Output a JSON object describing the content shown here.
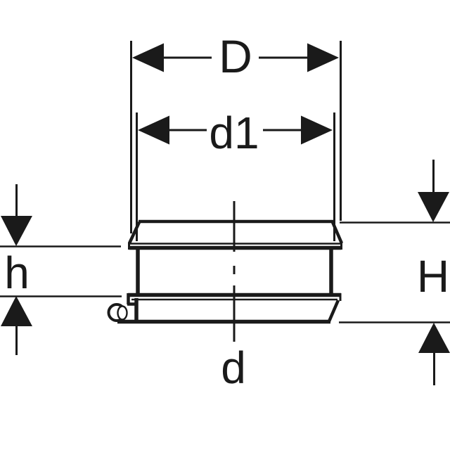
{
  "drawing": {
    "colors": {
      "background": "#ffffff",
      "stroke": "#1a1a1a"
    },
    "labels": {
      "D": "D",
      "d1": "d1",
      "h": "h",
      "H": "H",
      "d": "d"
    }
  }
}
